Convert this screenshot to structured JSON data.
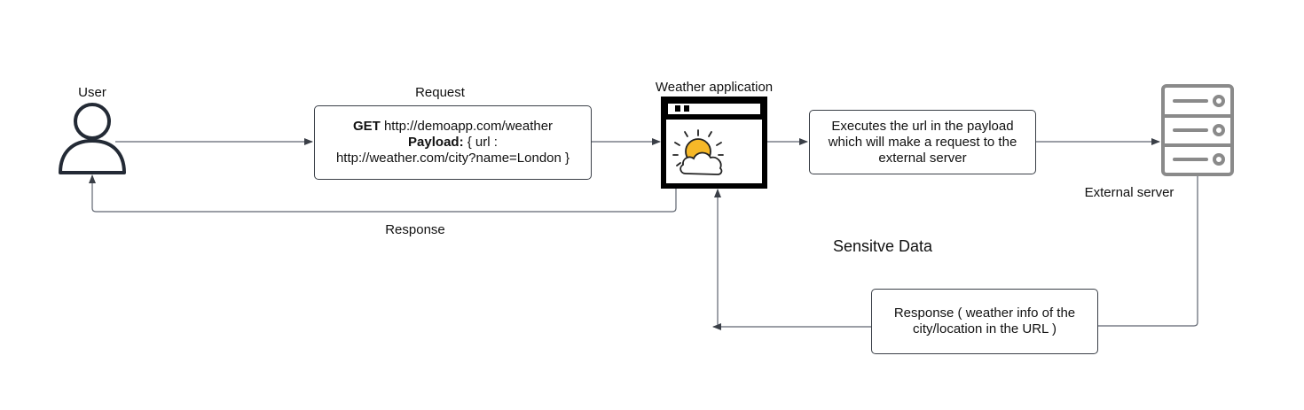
{
  "nodes": {
    "user": {
      "label": "User",
      "icon": "user-icon"
    },
    "request": {
      "label": "Request",
      "method": "GET",
      "url": " http://demoapp.com/weather",
      "payload_key": "Payload:",
      "payload_open": " { url :",
      "payload_value": "http://weather.com/city?name=London }"
    },
    "weather_app": {
      "label": "Weather application",
      "icon": "weather-app-window-icon"
    },
    "execute": {
      "text": "Executes the url in the payload which will make a request to the external server"
    },
    "server": {
      "label": "External server",
      "icon": "server-icon"
    },
    "response_user": {
      "label": "Response"
    },
    "sensitive": {
      "label": "Sensitve Data"
    },
    "response_server": {
      "text": "Response ( weather info of the city/location in the URL )"
    }
  },
  "colors": {
    "line": "#5f6570",
    "sun": "#f6b828",
    "server": "#8a8a8a",
    "window": "#000000"
  }
}
